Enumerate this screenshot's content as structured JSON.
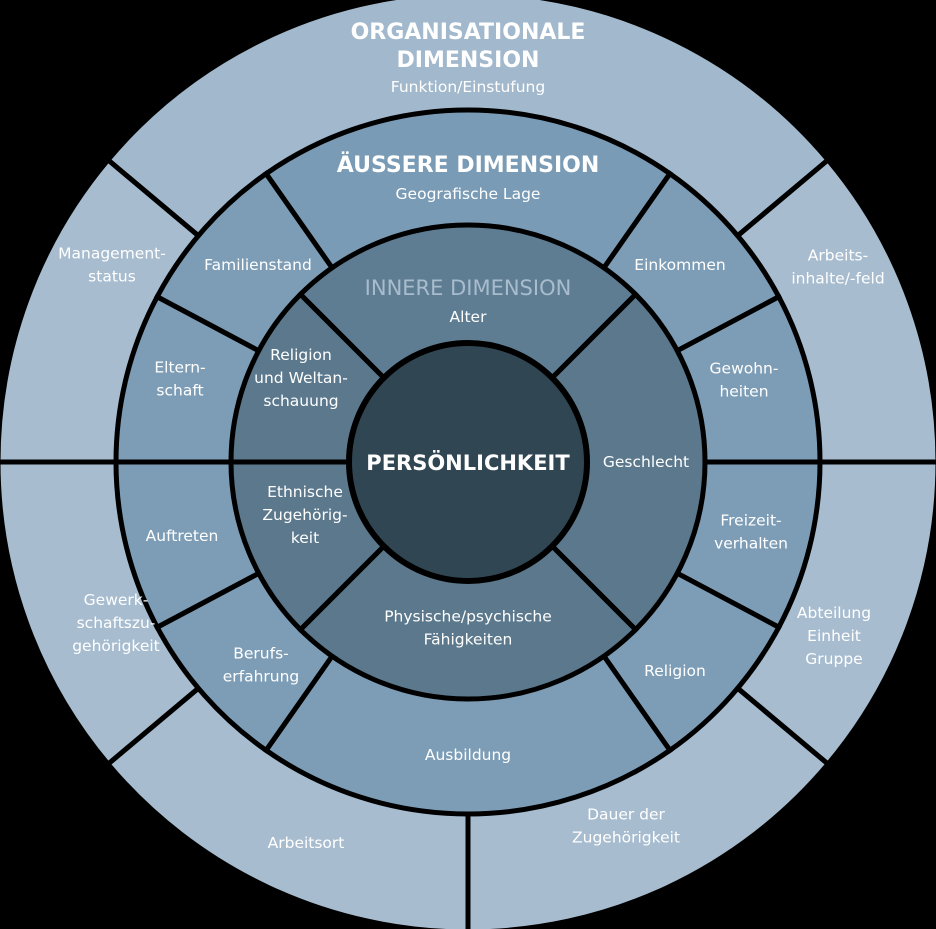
{
  "colors": {
    "background": "#000000",
    "outer_ring": "#a7bccf",
    "outer_ring_top": "#a2b8cc",
    "middle_ring": "#7d9db6",
    "middle_ring_top": "#7a9bb5",
    "inner_ring": "#5b788c",
    "inner_ring_top": "#5e7d92",
    "center": "#314653",
    "stroke": "#000000"
  },
  "outer": {
    "header": [
      "ORGANISATIONALE",
      "DIMENSION"
    ],
    "subheader": "Funktion/Einstufung",
    "items": [
      {
        "lines": [
          "Arbeits-",
          "inhalte/-feld"
        ]
      },
      {
        "lines": [
          "Abteilung",
          "Einheit",
          "Gruppe"
        ]
      },
      {
        "lines": [
          "Dauer der",
          "Zugehörigkeit"
        ]
      },
      {
        "lines": [
          "Arbeitsort"
        ]
      },
      {
        "lines": [
          "Gewerk-",
          "schaftszu-",
          "gehörigkeit"
        ]
      },
      {
        "lines": [
          "Management-",
          "status"
        ]
      }
    ]
  },
  "middle": {
    "header": [
      "ÄUSSERE DIMENSION"
    ],
    "subheader": "Geografische Lage",
    "items": [
      {
        "lines": [
          "Einkommen"
        ]
      },
      {
        "lines": [
          "Gewohn-",
          "heiten"
        ]
      },
      {
        "lines": [
          "Freizeit-",
          "verhalten"
        ]
      },
      {
        "lines": [
          "Religion"
        ]
      },
      {
        "lines": [
          "Ausbildung"
        ]
      },
      {
        "lines": [
          "Berufs-",
          "erfahrung"
        ]
      },
      {
        "lines": [
          "Auftreten"
        ]
      },
      {
        "lines": [
          "Eltern-",
          "schaft"
        ]
      },
      {
        "lines": [
          "Familienstand"
        ]
      }
    ]
  },
  "inner": {
    "header": [
      "INNERE DIMENSION"
    ],
    "subheader": "Alter",
    "items": [
      {
        "lines": [
          "Geschlecht"
        ]
      },
      {
        "lines": [
          "Physische/psychische",
          "Fähigkeiten"
        ]
      },
      {
        "lines": [
          "Ethnische",
          "Zugehörig-",
          "keit"
        ]
      },
      {
        "lines": [
          "Religion",
          "und Weltan-",
          "schauung"
        ]
      }
    ]
  },
  "center": {
    "label": "PERSÖNLICHKEIT"
  }
}
